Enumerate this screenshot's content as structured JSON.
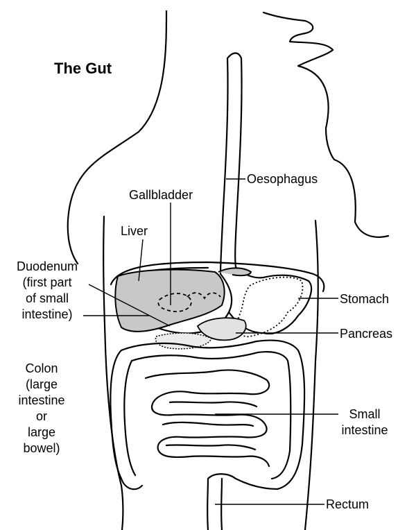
{
  "title": "The Gut",
  "labels": {
    "oesophagus": "Oesophagus",
    "gallbladder": "Gallbladder",
    "liver": "Liver",
    "duodenum": [
      "Duodenum",
      "(first part",
      "of small",
      "intestine)"
    ],
    "stomach": "Stomach",
    "pancreas": "Pancreas",
    "colon": [
      "Colon",
      "(large",
      "intestine",
      "or",
      "large",
      "bowel)"
    ],
    "small_intestine": [
      "Small",
      "intestine"
    ],
    "rectum": "Rectum"
  },
  "colors": {
    "line": "#000000",
    "liver_fill": "#c8c8c8",
    "pancreas_fill": "#e2e2e2",
    "background": "#ffffff"
  }
}
